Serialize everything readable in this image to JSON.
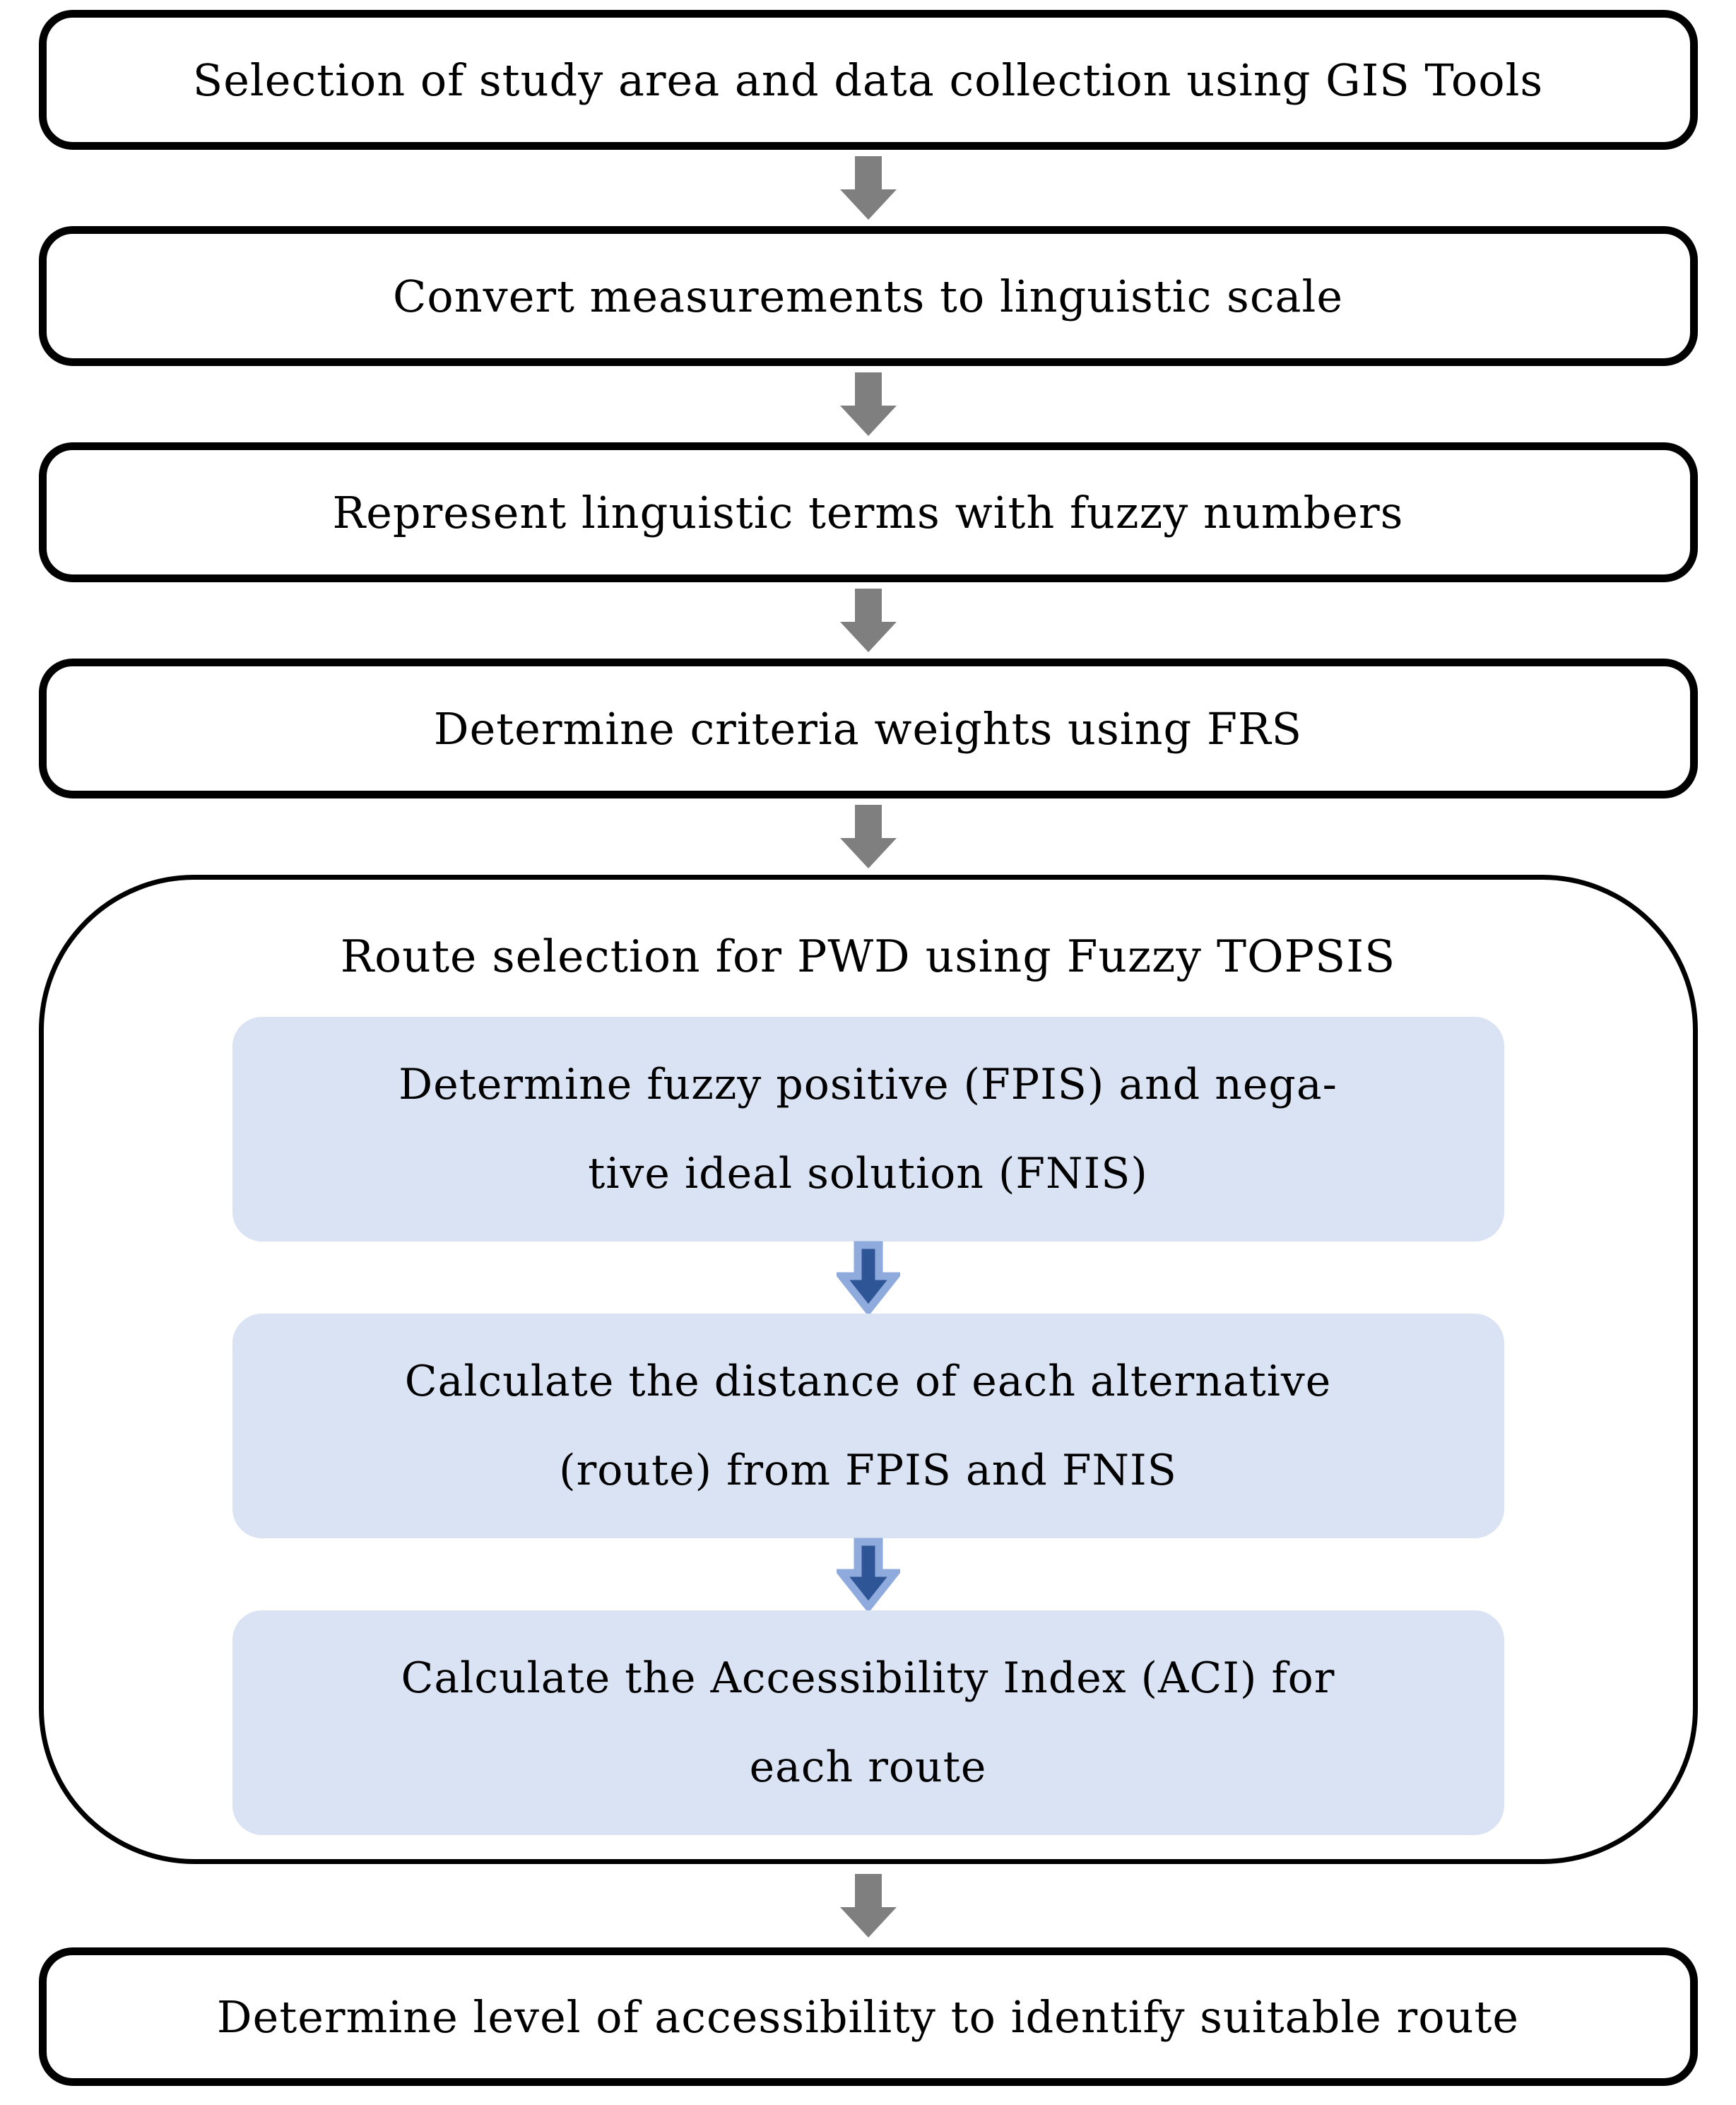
{
  "flow": {
    "boxes": [
      {
        "label": "Selection of study area and data collection using GIS Tools"
      },
      {
        "label": "Convert measurements to linguistic scale"
      },
      {
        "label": "Represent linguistic terms with fuzzy numbers"
      },
      {
        "label": "Determine criteria weights using FRS"
      }
    ],
    "container": {
      "title": "Route selection for PWD using Fuzzy TOPSIS",
      "steps": [
        {
          "line1": "Determine fuzzy positive (FPIS) and nega-",
          "line2": "tive ideal solution (FNIS)"
        },
        {
          "line1": "Calculate the distance of each alternative",
          "line2": "(route) from FPIS and FNIS"
        },
        {
          "line1": "Calculate the Accessibility Index (ACI) for",
          "line2": "each route"
        }
      ]
    },
    "final_box": {
      "label": "Determine level of accessibility to identify suitable route"
    },
    "icons": {
      "main_flow_arrow": "down-block-arrow-gray",
      "step_flow_arrow": "down-block-arrow-blue-outlined"
    },
    "colors": {
      "box_fill": "#ffffff",
      "box_border": "#000000",
      "step_fill": "#dae3f3",
      "arrow_gray": "#7f7f7f",
      "arrow_blue_fill": "#2e5596",
      "arrow_blue_outline": "#8faadc",
      "text_color": "#000000"
    }
  }
}
